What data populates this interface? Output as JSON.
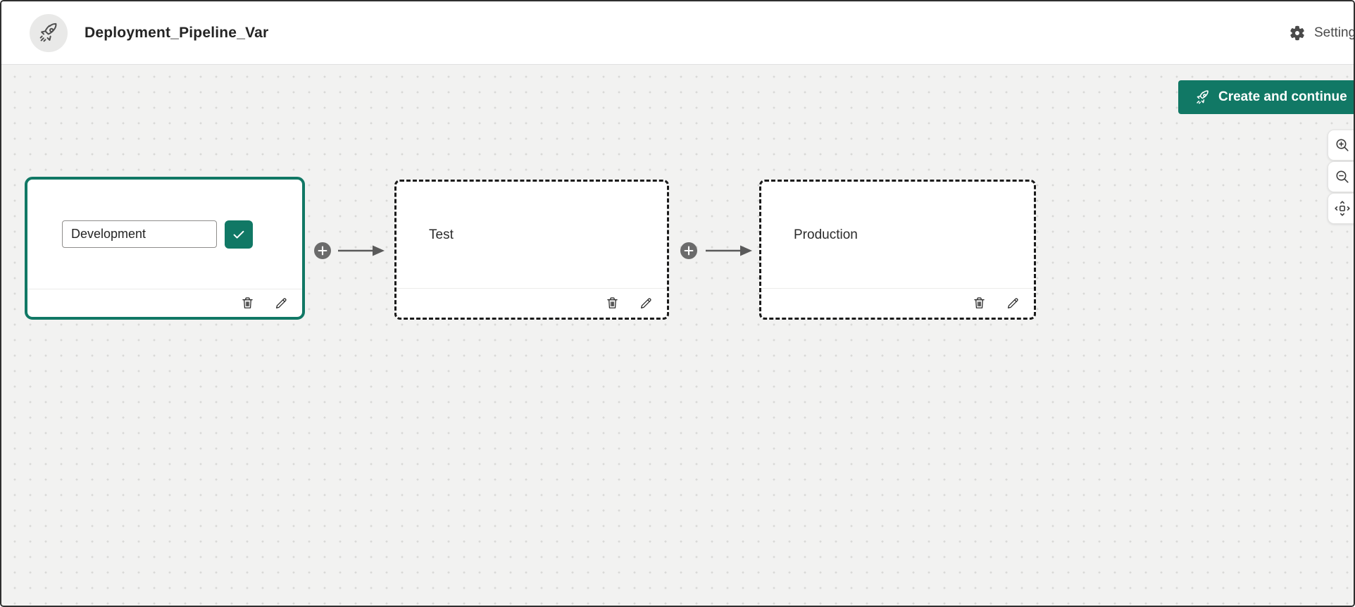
{
  "header": {
    "title": "Deployment_Pipeline_Var",
    "settings_label": "Settings"
  },
  "toolbar": {
    "create_label": "Create and continue"
  },
  "canvas": {
    "stages": [
      {
        "name": "Development",
        "state": "editing",
        "input_value": "Development"
      },
      {
        "name": "Test",
        "state": "placeholder",
        "label": "Test"
      },
      {
        "name": "Production",
        "state": "placeholder",
        "label": "Production"
      }
    ],
    "connectors": [
      {
        "from": "Development",
        "to": "Test",
        "action": "add-stage"
      },
      {
        "from": "Test",
        "to": "Production",
        "action": "add-stage"
      }
    ],
    "zoom_controls": [
      "zoom-in",
      "zoom-out",
      "pan"
    ]
  },
  "icons": {
    "header_avatar": "rocket-icon",
    "settings": "gear-icon",
    "create_button": "rocket-icon",
    "stage_confirm": "check-icon",
    "stage_delete": "trash-icon",
    "stage_rename": "pencil-icon",
    "connector_add": "plus-circle-icon"
  },
  "colors": {
    "accent": "#117865",
    "canvas_bg": "#f2f2f1",
    "dashed_border": "#1b1b1b",
    "connector": "#5a5a5a"
  }
}
